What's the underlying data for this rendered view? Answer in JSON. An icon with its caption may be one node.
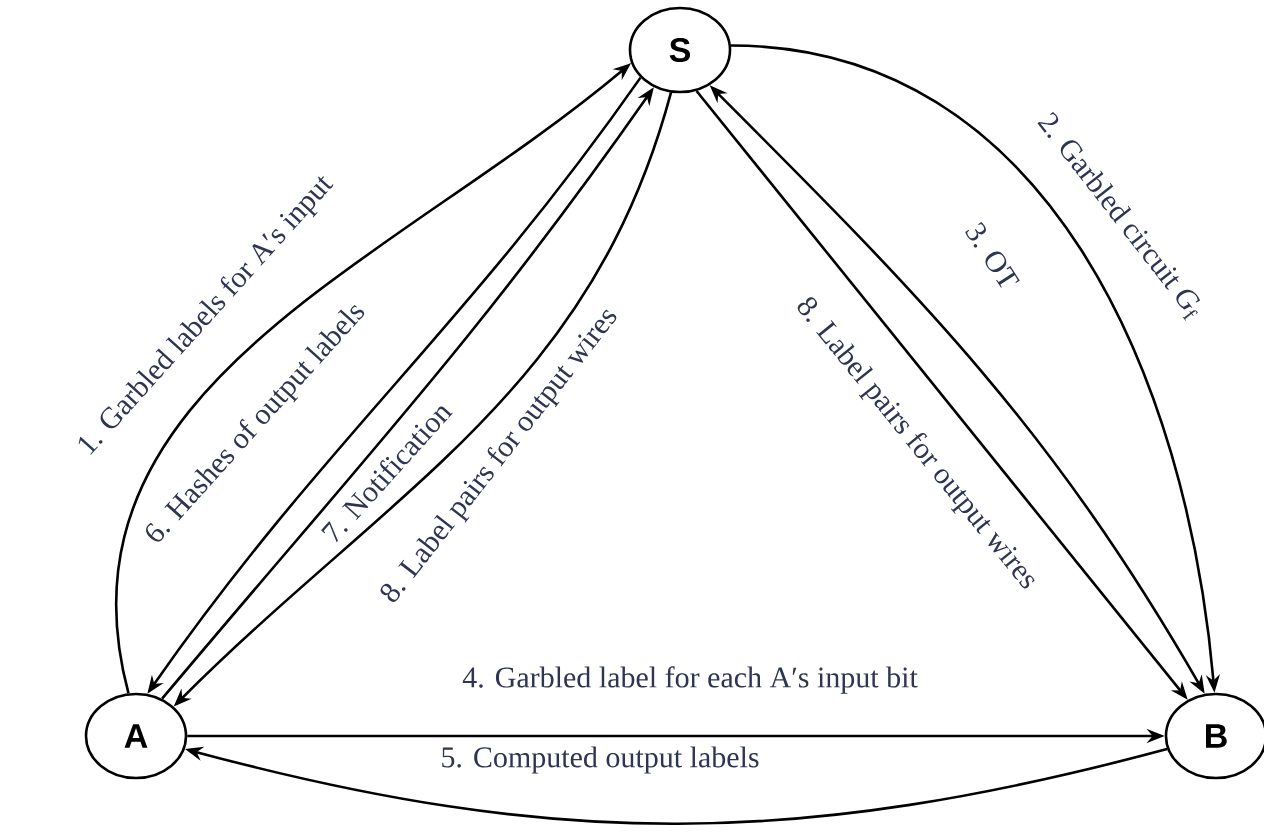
{
  "diagram": {
    "nodes": [
      {
        "text": [
          "S"
        ]
      },
      {
        "text": [
          "A"
        ]
      },
      {
        "text": [
          "B"
        ]
      }
    ],
    "edges": [
      {
        "from": 1,
        "to": 0,
        "arrow": "to",
        "label": "1. Garbled labels for A′s input"
      },
      {
        "from": 0,
        "to": 2,
        "arrow": "to",
        "label": "2. Garbled circuit *G*$_{f}$"
      },
      {
        "from": 0,
        "to": 2,
        "arrow": "both",
        "label": "3. OT"
      },
      {
        "from": 1,
        "to": 2,
        "arrow": "to",
        "label": "4. Garbled label for each A′s input bit"
      },
      {
        "from": 2,
        "to": 1,
        "arrow": "to",
        "label": "5. Computed output labels"
      },
      {
        "from": 0,
        "to": 1,
        "arrow": "to",
        "label": "6. Hashes of output labels"
      },
      {
        "from": 1,
        "to": 0,
        "arrow": "to",
        "label": "7. Notification"
      },
      {
        "from": 0,
        "to": 1,
        "arrow": "to",
        "label": "8. Label pairs for output wires"
      },
      {
        "from": 0,
        "to": 2,
        "arrow": "to",
        "label": "8. Label pairs for output wires"
      }
    ]
  }
}
